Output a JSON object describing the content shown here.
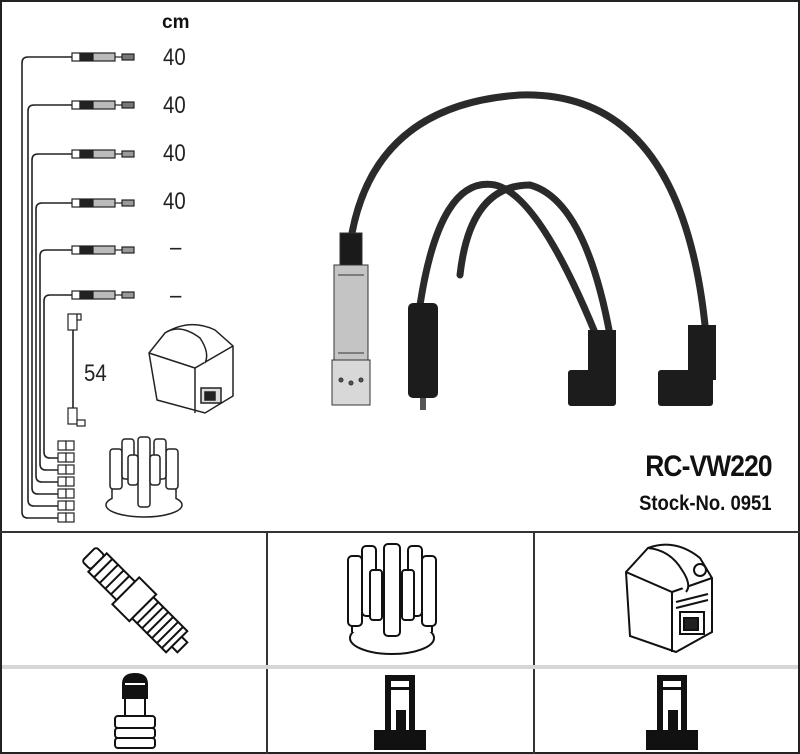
{
  "product": {
    "code": "RC-VW220",
    "stock_number": "Stock-No. 0951"
  },
  "legend": {
    "unit": "cm",
    "wires": [
      {
        "index": 1,
        "length": "40"
      },
      {
        "index": 2,
        "length": "40"
      },
      {
        "index": 3,
        "length": "40"
      },
      {
        "index": 4,
        "length": "40"
      },
      {
        "index": 5,
        "length": "–"
      },
      {
        "index": 6,
        "length": "–"
      }
    ],
    "coil_lead": {
      "length": "54"
    }
  },
  "photo": {
    "description": "Ignition cable set: 3 black cables with metal-shielded plug, straight coil boot and two angled distributor boots"
  },
  "components_row": [
    {
      "name": "spark-plug-icon"
    },
    {
      "name": "distributor-cap-icon"
    },
    {
      "name": "ignition-coil-icon"
    }
  ],
  "connectors_row": [
    {
      "name": "plug-terminal-icon"
    },
    {
      "name": "distributor-terminal-icon"
    },
    {
      "name": "coil-terminal-icon"
    }
  ],
  "colors": {
    "line": "#222222",
    "cable": "#2a2a2a",
    "divider": "#d6d6d6"
  }
}
